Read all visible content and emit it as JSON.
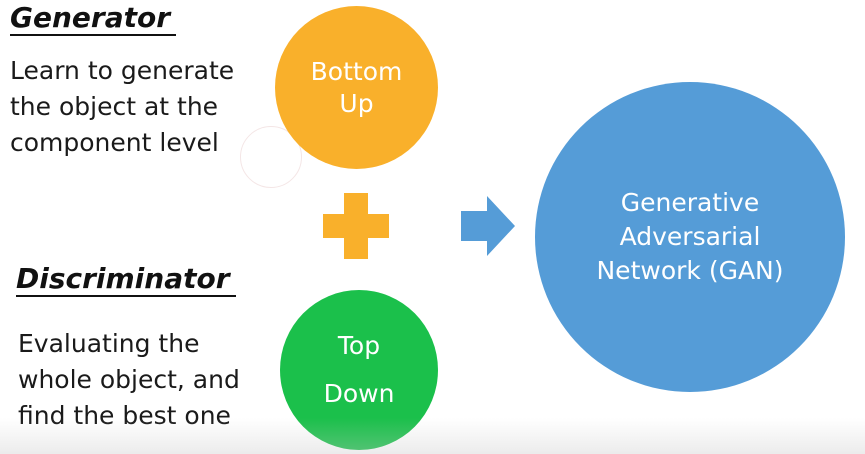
{
  "generator": {
    "heading": "Generator",
    "description_lines": [
      "Learn to generate",
      "the object at the",
      "component level"
    ]
  },
  "discriminator": {
    "heading": "Discriminator",
    "description_lines": [
      "Evaluating the",
      "whole object, and",
      "find the best one"
    ]
  },
  "bottom_up": {
    "lines": [
      "Bottom",
      "Up"
    ]
  },
  "top_down": {
    "lines": [
      "Top",
      "Down"
    ]
  },
  "gan": {
    "lines": [
      "Generative",
      "Adversarial",
      "Network (GAN)"
    ]
  },
  "icons": {
    "plus": "plus-icon",
    "arrow": "arrow-right-icon"
  },
  "colors": {
    "bottom_up": "#f9b02b",
    "top_down": "#1bc04b",
    "gan": "#559cd7",
    "plus": "#f9b02b",
    "arrow": "#559cd7"
  }
}
